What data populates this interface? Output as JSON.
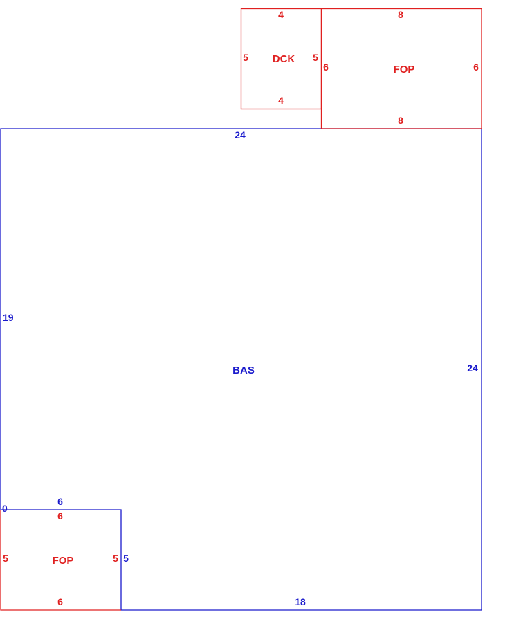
{
  "colors": {
    "base": "#1a1acc",
    "addition": "#e02020",
    "background": "#ffffff"
  },
  "areas": {
    "base": {
      "label": "BAS",
      "top": "24",
      "right": "24",
      "bottom": "18",
      "left_upper": "19",
      "left_lower": "0",
      "notch_top": "6",
      "notch_side": "5"
    },
    "dck": {
      "label": "DCK",
      "top": "4",
      "bottom": "4",
      "left": "5",
      "right": "5"
    },
    "fop_top": {
      "label": "FOP",
      "top": "8",
      "bottom": "8",
      "left": "6",
      "right": "6"
    },
    "fop_bottom": {
      "label": "FOP",
      "top": "6",
      "bottom": "6",
      "left": "5",
      "right": "5"
    }
  }
}
